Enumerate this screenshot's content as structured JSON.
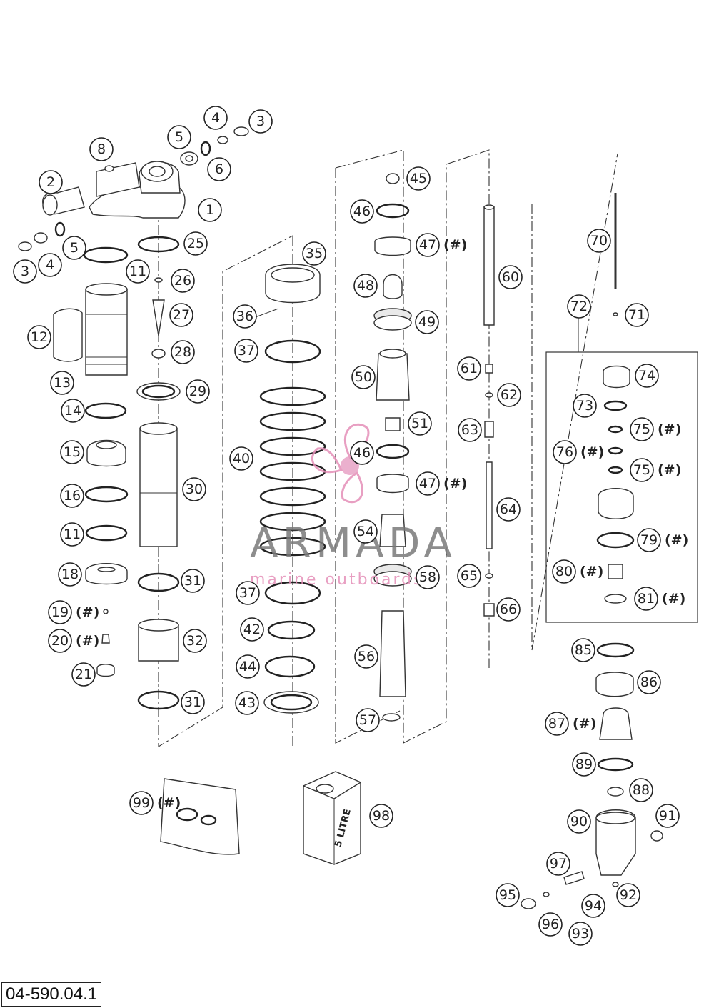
{
  "drawing_code": "04-590.04.1",
  "watermark": {
    "title": "ARMADA",
    "subtitle": "marine outboards"
  },
  "can_label": "5 LITRE",
  "hash_mark": "(#)",
  "callouts": [
    {
      "n": "1"
    },
    {
      "n": "2"
    },
    {
      "n": "3"
    },
    {
      "n": "4"
    },
    {
      "n": "5"
    },
    {
      "n": "6"
    },
    {
      "n": "8"
    },
    {
      "n": "3"
    },
    {
      "n": "4"
    },
    {
      "n": "5"
    },
    {
      "n": "11"
    },
    {
      "n": "12"
    },
    {
      "n": "13"
    },
    {
      "n": "14"
    },
    {
      "n": "15"
    },
    {
      "n": "16"
    },
    {
      "n": "11"
    },
    {
      "n": "18"
    },
    {
      "n": "19",
      "hash": true
    },
    {
      "n": "20",
      "hash": true
    },
    {
      "n": "21"
    },
    {
      "n": "25"
    },
    {
      "n": "26"
    },
    {
      "n": "27"
    },
    {
      "n": "28"
    },
    {
      "n": "29"
    },
    {
      "n": "30"
    },
    {
      "n": "31"
    },
    {
      "n": "32"
    },
    {
      "n": "31"
    },
    {
      "n": "35"
    },
    {
      "n": "36"
    },
    {
      "n": "37"
    },
    {
      "n": "40"
    },
    {
      "n": "37"
    },
    {
      "n": "42"
    },
    {
      "n": "44"
    },
    {
      "n": "43"
    },
    {
      "n": "45"
    },
    {
      "n": "46"
    },
    {
      "n": "47",
      "hash": true
    },
    {
      "n": "48"
    },
    {
      "n": "49"
    },
    {
      "n": "50"
    },
    {
      "n": "51"
    },
    {
      "n": "46"
    },
    {
      "n": "47",
      "hash": true
    },
    {
      "n": "54"
    },
    {
      "n": "58"
    },
    {
      "n": "56"
    },
    {
      "n": "57"
    },
    {
      "n": "60"
    },
    {
      "n": "61"
    },
    {
      "n": "62"
    },
    {
      "n": "63"
    },
    {
      "n": "64"
    },
    {
      "n": "65"
    },
    {
      "n": "66"
    },
    {
      "n": "70"
    },
    {
      "n": "71"
    },
    {
      "n": "72"
    },
    {
      "n": "74"
    },
    {
      "n": "73"
    },
    {
      "n": "75",
      "hash": true
    },
    {
      "n": "76",
      "hash": true
    },
    {
      "n": "75",
      "hash": true
    },
    {
      "n": "79",
      "hash": true
    },
    {
      "n": "80",
      "hash": true
    },
    {
      "n": "81",
      "hash": true
    },
    {
      "n": "85"
    },
    {
      "n": "86"
    },
    {
      "n": "87",
      "hash": true
    },
    {
      "n": "89"
    },
    {
      "n": "88"
    },
    {
      "n": "90"
    },
    {
      "n": "91"
    },
    {
      "n": "97"
    },
    {
      "n": "95"
    },
    {
      "n": "94"
    },
    {
      "n": "92"
    },
    {
      "n": "96"
    },
    {
      "n": "93"
    },
    {
      "n": "99",
      "hash": true
    },
    {
      "n": "98"
    }
  ]
}
